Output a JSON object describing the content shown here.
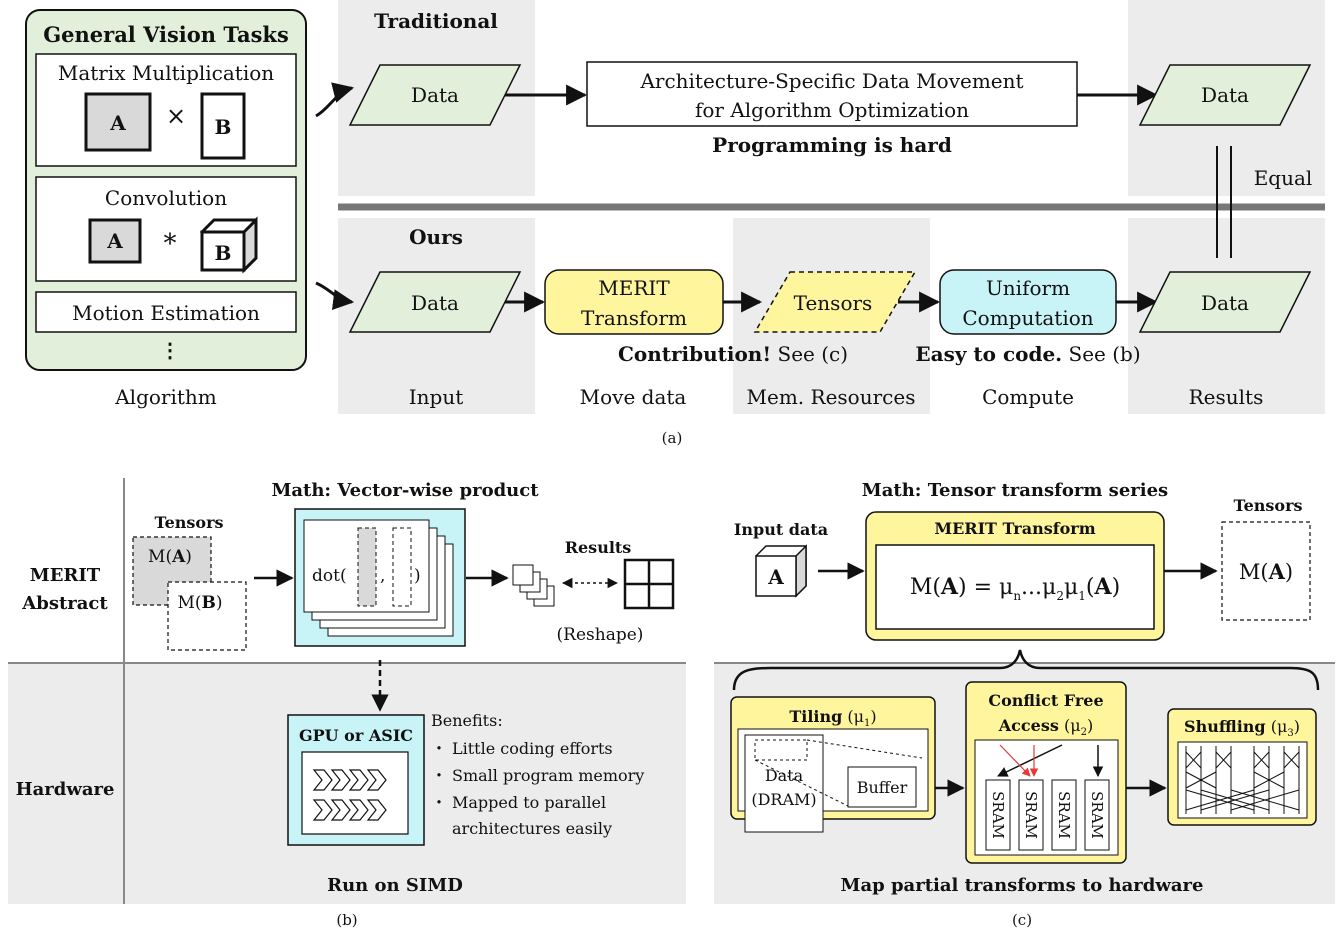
{
  "panel_a": {
    "algorithm_box": {
      "title": "General Vision Tasks",
      "matmul": "Matrix Multiplication",
      "conv": "Convolution",
      "motion": "Motion Estimation",
      "ellipsis": "⋮",
      "a": "A",
      "b": "B",
      "times": "×",
      "star": "*"
    },
    "traditional": {
      "label": "Traditional",
      "input": "Data",
      "process_line1": "Architecture-Specific Data Movement",
      "process_line2": "for Algorithm Optimization",
      "note": "Programming is hard",
      "output": "Data"
    },
    "equal": "Equal",
    "ours": {
      "label": "Ours",
      "input": "Data",
      "merit_line1": "MERIT",
      "merit_line2": "Transform",
      "tensors": "Tensors",
      "uniform_line1": "Uniform",
      "uniform_line2": "Computation",
      "output": "Data",
      "contribution_bold": "Contribution!",
      "contribution_rest": " See (c)",
      "easy_bold": "Easy to code.",
      "easy_rest": " See (b)"
    },
    "columns": [
      "Algorithm",
      "Input",
      "Move data",
      "Mem. Resources",
      "Compute",
      "Results"
    ],
    "caption": "(a)"
  },
  "panel_b": {
    "row_merit_1": "MERIT",
    "row_merit_2": "Abstract",
    "row_hardware": "Hardware",
    "math_title": "Math: Vector-wise product",
    "tensors": "Tensors",
    "ma_prefix": "M(",
    "ma_letter": "A",
    "mb_letter": "B",
    "close": ")",
    "dot_prefix": "dot(",
    "dot_comma": ",",
    "dot_close": ")",
    "results": "Results",
    "reshape": "(Reshape)",
    "gpu_label": "GPU or ASIC",
    "benefits_title": "Benefits:",
    "benefits": [
      "Little coding efforts",
      "Small program memory",
      "Mapped to parallel",
      "architectures easily"
    ],
    "simd": "Run on SIMD",
    "caption": "(b)"
  },
  "panel_c": {
    "math_title": "Math: Tensor transform series",
    "input_data": "Input data",
    "a": "A",
    "merit_title": "MERIT Transform",
    "tensors": "Tensors",
    "tensors_value_prefix": "M(",
    "tensors_value_letter": "A",
    "tensors_value_close": ")",
    "eq_lhs_prefix": "M(",
    "eq_lhs_letter": "A",
    "eq_lhs_close": ")",
    "eq_mid": " = μ",
    "eq_sub_n": "n",
    "eq_dots": "...μ",
    "eq_sub_2": "2",
    "eq_mu": "μ",
    "eq_sub_1": "1",
    "eq_open": "(",
    "eq_letter": "A",
    "eq_close": ")",
    "tiling": "Tiling",
    "tiling_mu": " (μ",
    "tiling_sub": "1",
    "data_line1": "Data",
    "data_line2": "(DRAM)",
    "buffer": "Buffer",
    "conflict_line1": "Conflict Free",
    "conflict_line2": "Access",
    "conflict_mu": " (μ",
    "conflict_sub": "2",
    "sram": "SRAM",
    "shuffling": "Shuffling",
    "shuffling_mu": " (μ",
    "shuffling_sub": "3",
    "paren_close": ")",
    "map_note": "Map partial transforms to hardware",
    "caption": "(c)"
  },
  "colors": {
    "green_fill": "#e2efda",
    "yellow_fill": "#fff59d",
    "cyan_fill": "#c8f4f7",
    "grey_band": "#ececec",
    "red_arrow": "#e53935"
  }
}
